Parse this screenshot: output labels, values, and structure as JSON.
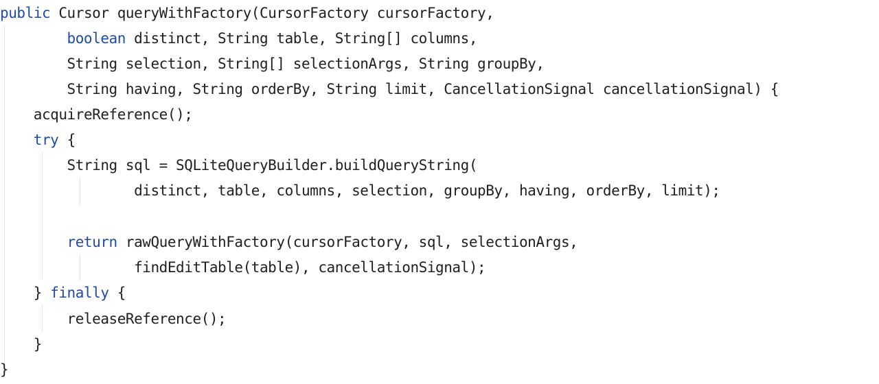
{
  "code": {
    "lines": [
      {
        "kw": "public",
        "text": " Cursor queryWithFactory(CursorFactory cursorFactory,"
      },
      {
        "indent": "        ",
        "kw": "boolean",
        "text": " distinct, String table, String[] columns,"
      },
      {
        "indent": "        ",
        "text": "String selection, String[] selectionArgs, String groupBy,"
      },
      {
        "indent": "        ",
        "text": "String having, String orderBy, String limit, CancellationSignal cancellationSignal) {"
      },
      {
        "indent": "    ",
        "text": "acquireReference();"
      },
      {
        "indent": "    ",
        "kw": "try",
        "text": " {"
      },
      {
        "indent": "        ",
        "text": "String sql = SQLiteQueryBuilder.buildQueryString("
      },
      {
        "indent": "                ",
        "text": "distinct, table, columns, selection, groupBy, having, orderBy, limit);"
      },
      {
        "text": ""
      },
      {
        "indent": "        ",
        "kw": "return",
        "text": " rawQueryWithFactory(cursorFactory, sql, selectionArgs,"
      },
      {
        "indent": "                ",
        "text": "findEditTable(table), cancellationSignal);"
      },
      {
        "indent": "    ",
        "text": "} ",
        "kw2": "finally",
        "text2": " {"
      },
      {
        "indent": "        ",
        "text": "releaseReference();"
      },
      {
        "indent": "    ",
        "text": "}"
      },
      {
        "text": "}"
      }
    ]
  },
  "colors": {
    "keyword": "#1f4aa8",
    "text": "#202020",
    "background": "#ffffff",
    "indent_guide": "#e6e6e6"
  }
}
